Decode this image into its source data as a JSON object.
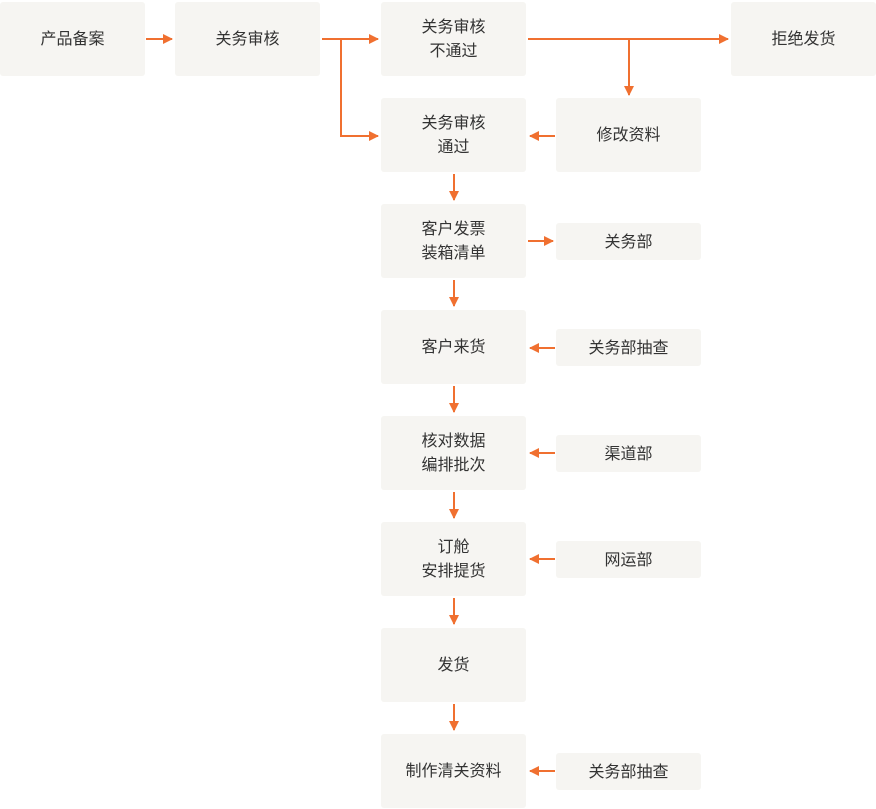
{
  "colors": {
    "box_fill": "#f6f5f2",
    "arrow": "#f07030",
    "text": "#333333"
  },
  "nodes": {
    "product_filing": {
      "label": "产品备案"
    },
    "customs_review": {
      "label": "关务审核"
    },
    "review_failed": {
      "lines": [
        "关务审核",
        "不通过"
      ]
    },
    "refuse_shipment": {
      "label": "拒绝发货"
    },
    "modify_documents": {
      "label": "修改资料"
    },
    "review_passed": {
      "lines": [
        "关务审核",
        "通过"
      ]
    },
    "invoice_packing": {
      "lines": [
        "客户发票",
        "装箱清单"
      ]
    },
    "customs_dept_1": {
      "label": "关务部"
    },
    "customer_goods": {
      "label": "客户来货"
    },
    "customs_spot_check_1": {
      "label": "关务部抽查"
    },
    "verify_batch": {
      "lines": [
        "核对数据",
        "编排批次"
      ]
    },
    "channel_dept": {
      "label": "渠道部"
    },
    "booking_pickup": {
      "lines": [
        "订舱",
        "安排提货"
      ]
    },
    "network_dept": {
      "label": "网运部"
    },
    "ship": {
      "label": "发货"
    },
    "clearance_docs": {
      "label": "制作清关资料"
    },
    "customs_spot_check_2": {
      "label": "关务部抽查"
    }
  }
}
